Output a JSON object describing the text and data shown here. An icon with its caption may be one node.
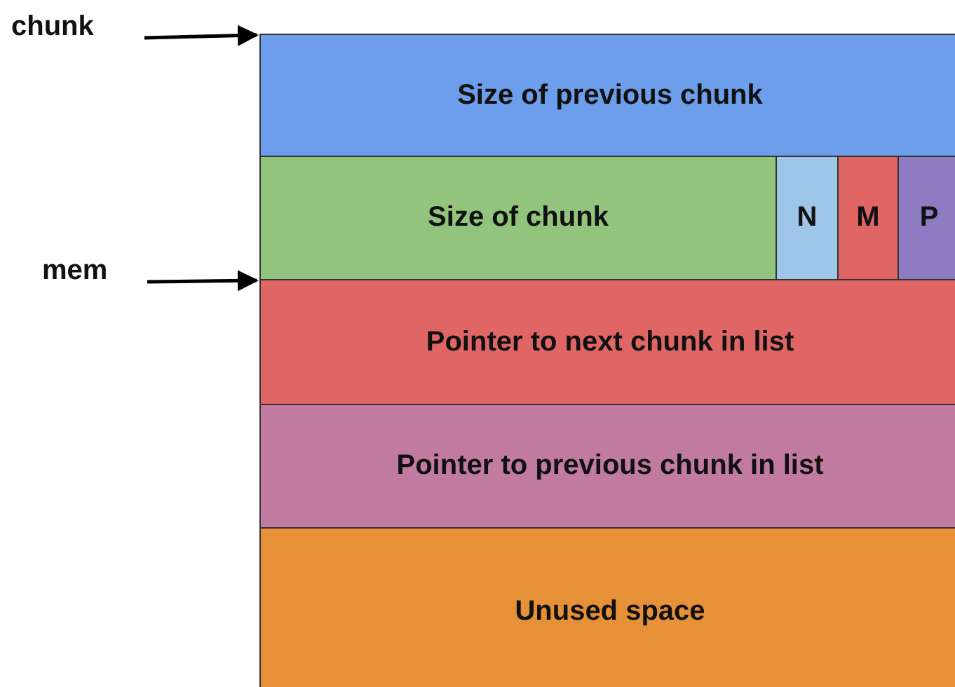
{
  "diagram": {
    "nodes": [
      {
        "text": [
          "chunk"
        ]
      },
      {
        "text": [
          "mem"
        ]
      },
      {
        "text": [
          "Size of previous chunk"
        ]
      },
      {
        "text": [
          "Size of chunk"
        ]
      },
      {
        "text": [
          "N"
        ]
      },
      {
        "text": [
          "M"
        ]
      },
      {
        "text": [
          "P"
        ]
      },
      {
        "text": [
          "Pointer to next chunk in list"
        ]
      },
      {
        "text": [
          "Pointer to previous chunk in list"
        ]
      },
      {
        "text": [
          "Unused space"
        ]
      }
    ],
    "edges": [
      {
        "from": 0,
        "to": 2,
        "arrow": "to"
      },
      {
        "from": 1,
        "to": 7,
        "arrow": "to"
      }
    ]
  }
}
